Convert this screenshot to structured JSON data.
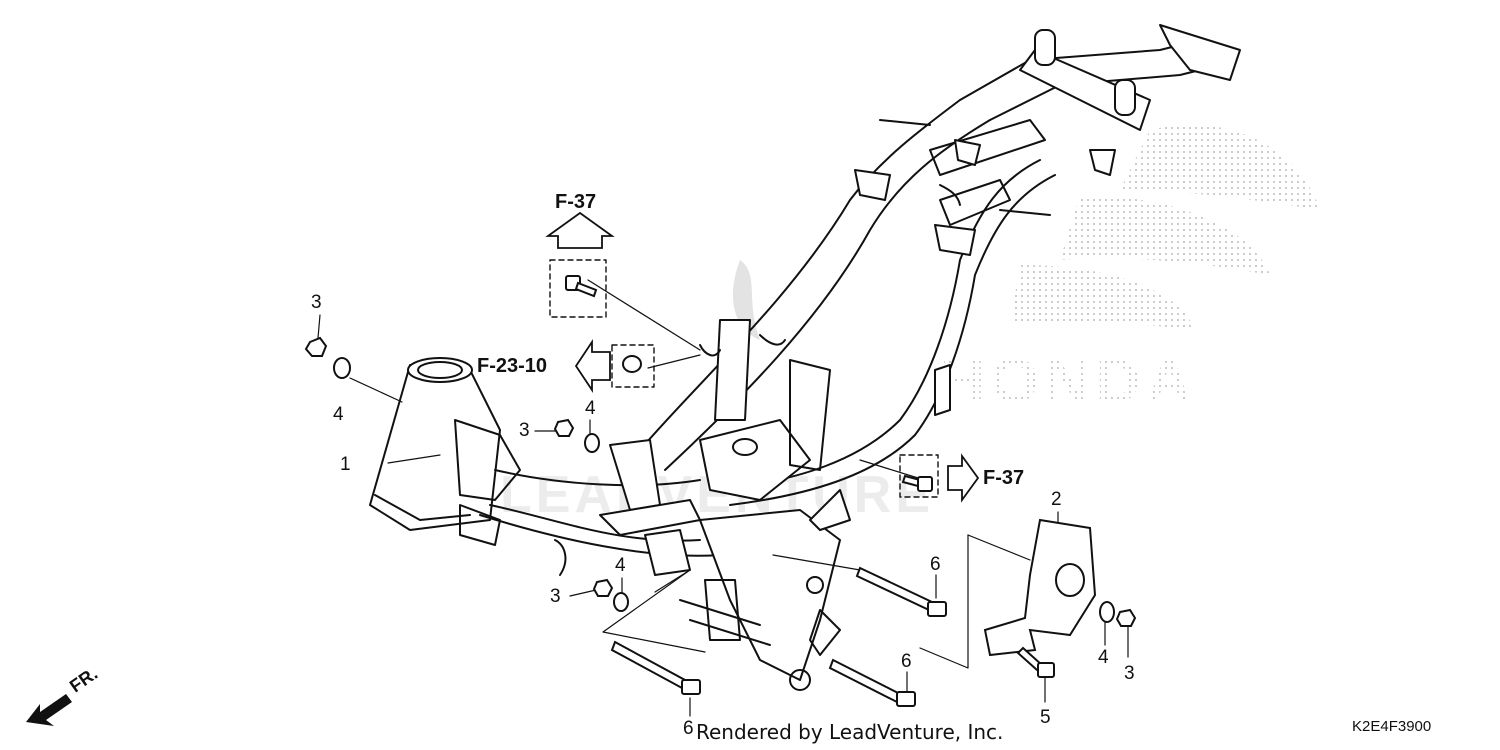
{
  "watermark": {
    "brand": "HONDA",
    "dealer": "LEADVENTURE"
  },
  "refs": {
    "f37_top": "F-37",
    "f23_10": "F-23-10",
    "f37_right": "F-37"
  },
  "callouts": {
    "c1": "1",
    "c2": "2",
    "c3a": "3",
    "c3b": "3",
    "c3c": "3",
    "c3d": "3",
    "c4a": "4",
    "c4b": "4",
    "c4c": "4",
    "c4d": "4",
    "c5": "5",
    "c6a": "6",
    "c6b": "6",
    "c6c": "6"
  },
  "footer": {
    "credit": "Rendered by LeadVenture, Inc.",
    "code": "K2E4F3900"
  },
  "direction": {
    "label": "FR."
  },
  "colors": {
    "line": "#111111",
    "watermark": "#c8c8c8"
  }
}
